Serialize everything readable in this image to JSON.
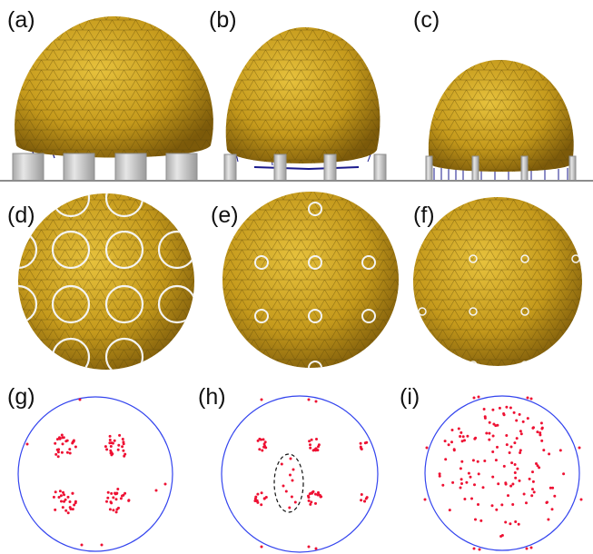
{
  "panels": {
    "a": {
      "label": "(a)"
    },
    "b": {
      "label": "(b)"
    },
    "c": {
      "label": "(c)"
    },
    "d": {
      "label": "(d)"
    },
    "e": {
      "label": "(e)"
    },
    "f": {
      "label": "(f)"
    },
    "g": {
      "label": "(g)"
    },
    "h": {
      "label": "(h)"
    },
    "i": {
      "label": "(i)"
    }
  },
  "colors": {
    "shell": "#c8a020",
    "shell_dark": "#8a6a10",
    "mesh": "#5a4408",
    "pillar": "#d3d3d3",
    "pillar_edge": "#8f8f8f",
    "floor": "#8c8c8c",
    "tether": "#1a1a8c",
    "contact_ring": "#f4f4f4",
    "projection_circle": "#3344ee",
    "contact_point": "#ee1133",
    "cluster_outline": "#111111"
  },
  "pillar_patterns": {
    "a": "wide pillars",
    "b": "medium pillars",
    "c": "thin pillars"
  }
}
